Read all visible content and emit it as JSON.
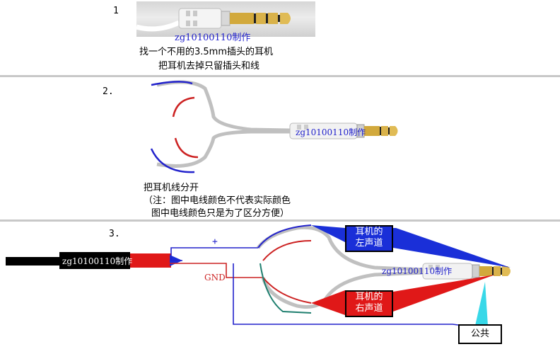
{
  "watermark": "zg10100110制作",
  "step1": {
    "number": "1",
    "line1": "找一个不用的3.5mm插头的耳机",
    "line2": "把耳机去掉只留插头和线"
  },
  "step2": {
    "number": "2.",
    "line1": "把耳机线分开",
    "line2": "（注：图中电线颜色不代表实际颜色",
    "line3": "图中电线颜色只是为了区分方便）"
  },
  "step3": {
    "number": "3.",
    "plus_label": "+",
    "gnd_label": "GND",
    "left_channel_label": "耳机的\n左声道",
    "right_channel_label": "耳机的\n右声道",
    "common_label": "公共"
  },
  "colors": {
    "wire_blue": "#2222cc",
    "wire_red": "#cc2222",
    "wire_teal": "#1f7f6f",
    "callout_blue": "#1a2fd8",
    "callout_red": "#e01818",
    "callout_cyan": "#38d8e8"
  }
}
